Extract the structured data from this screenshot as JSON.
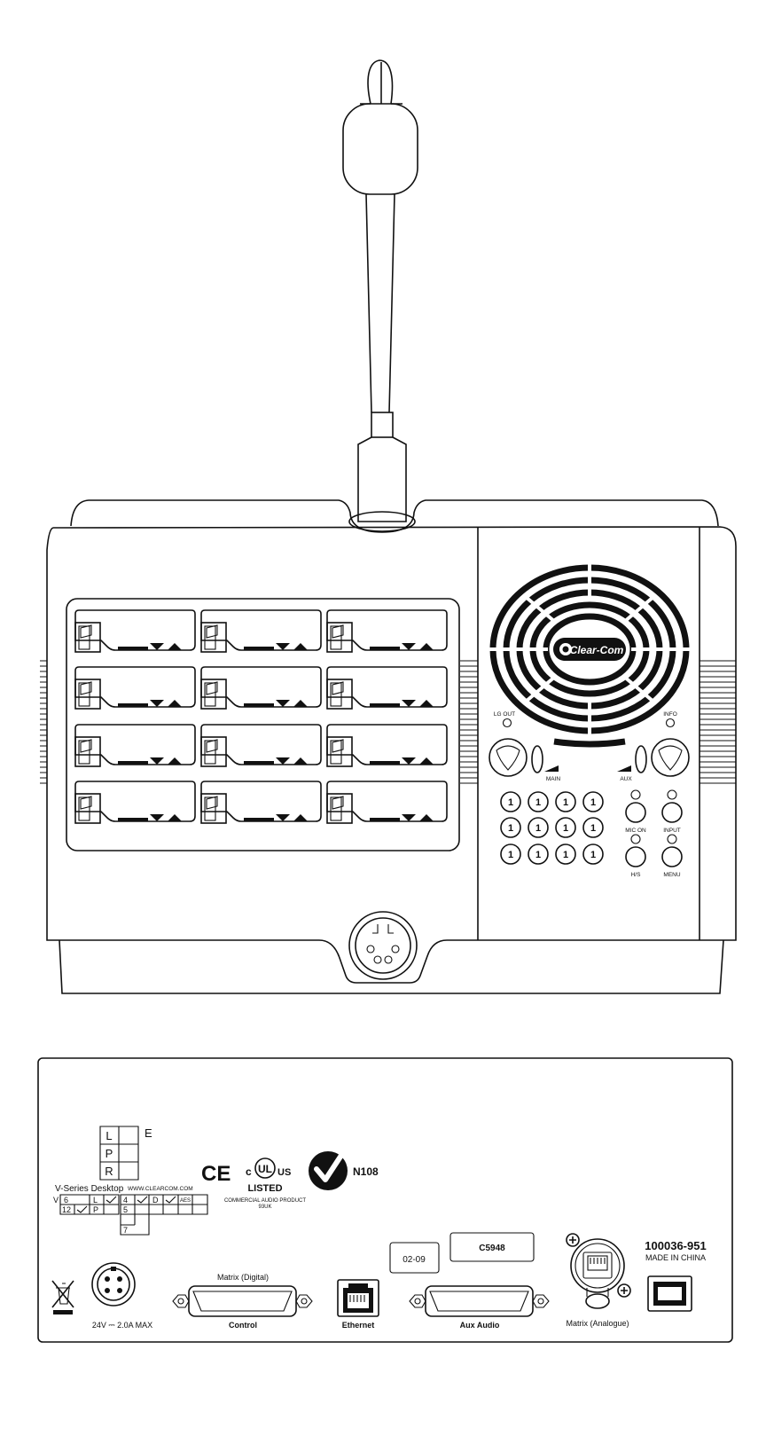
{
  "front_panel": {
    "brand_logo": "Clear-Com",
    "labels": {
      "lg_out": "LG OUT",
      "info": "INFO",
      "main": "MAIN",
      "aux": "AUX",
      "mic_on": "MIC ON",
      "input": "INPUT",
      "hs": "H/S",
      "menu": "MENU"
    },
    "keypad_digit": "1",
    "key_modules": 12,
    "keypad_keys": 12
  },
  "rear_panel": {
    "lpr_table": {
      "rows": [
        "L",
        "P",
        "R"
      ],
      "suffix": "E"
    },
    "model_label": "V-Series Desktop",
    "website": "WWW.CLEARCOM.COM",
    "config_table": {
      "v": "V",
      "six": "6",
      "twelve": "12",
      "l": "L",
      "p": "P",
      "four": "4",
      "five": "5",
      "seven": "7",
      "d": "D",
      "aes": "AES"
    },
    "marks": {
      "ce": "CE",
      "ul_c": "c",
      "ul_us": "US",
      "ul_listed": "LISTED",
      "ul_line1": "COMMERCIAL AUDIO PRODUCT",
      "ul_line2": "93UK",
      "ctick": "N108"
    },
    "date_code": "02-09",
    "part_code": "C5948",
    "part_number": "100036-951",
    "origin": "MADE IN CHINA",
    "power_rating": "24V ⎓ 2.0A MAX",
    "ports": {
      "matrix_digital": "Matrix (Digital)",
      "control": "Control",
      "ethernet": "Ethernet",
      "aux_audio": "Aux Audio",
      "matrix_analogue": "Matrix (Analogue)"
    }
  }
}
